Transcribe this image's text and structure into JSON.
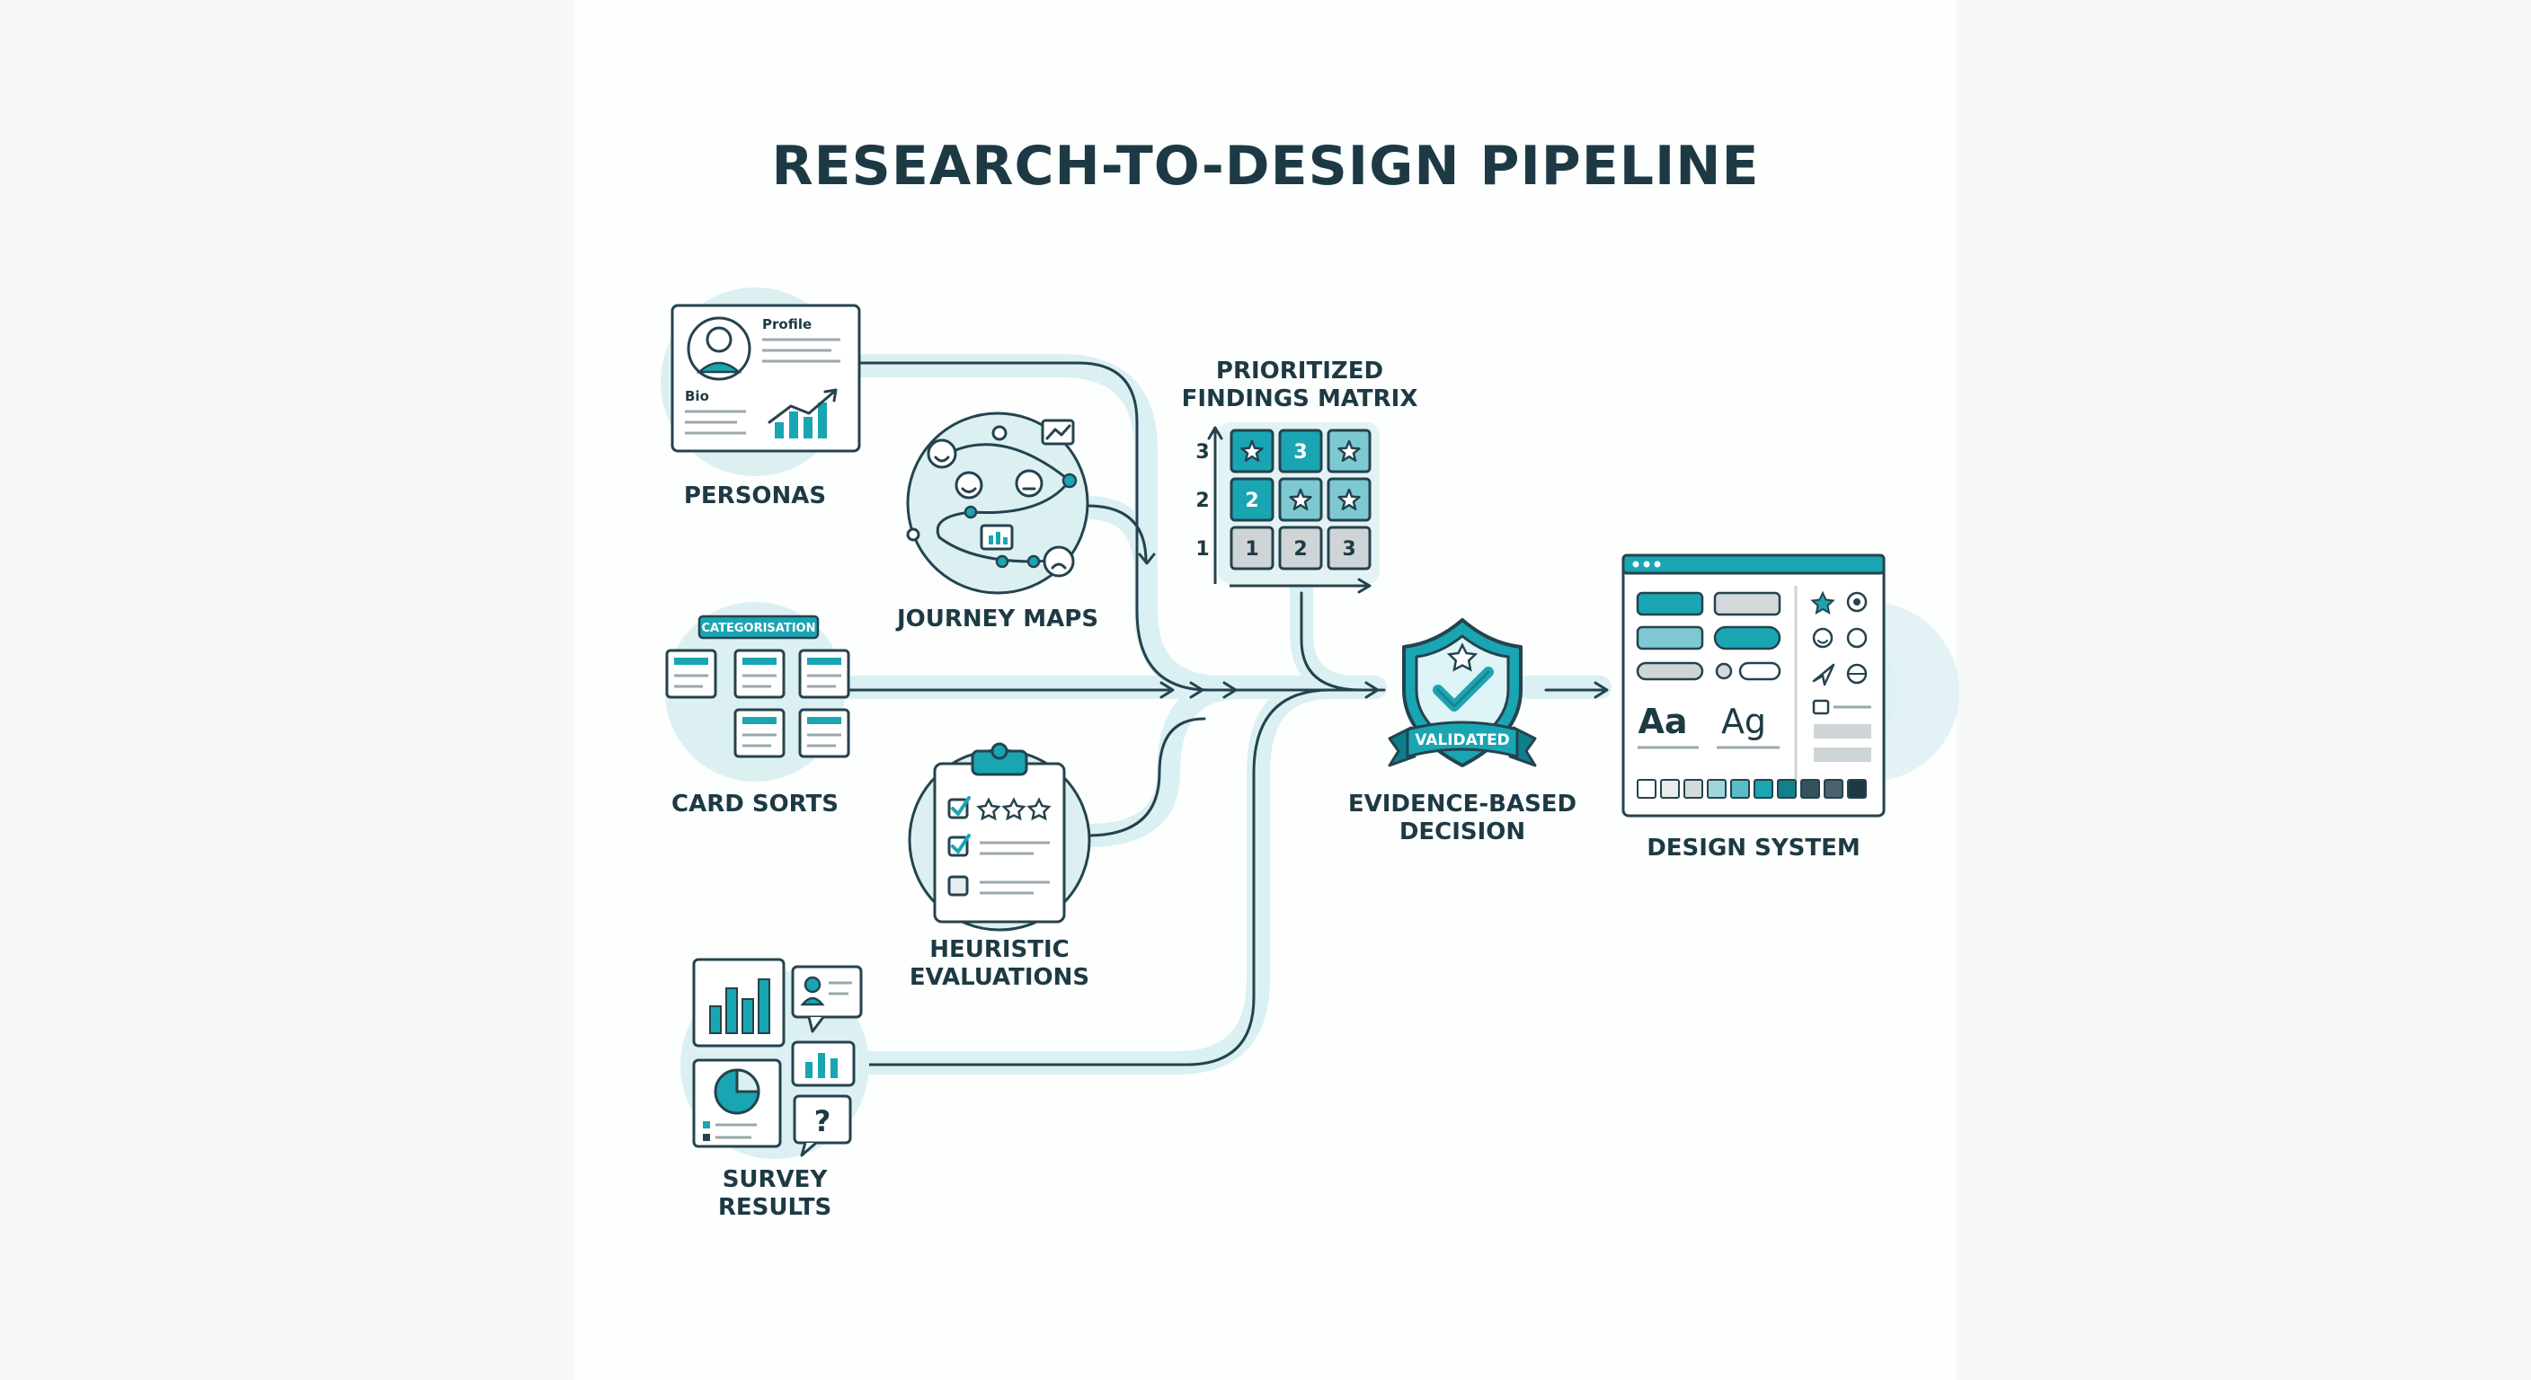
{
  "title": "RESEARCH-TO-DESIGN PIPELINE",
  "inputs": {
    "personas": {
      "label": "PERSONAS",
      "card_profile": "Profile",
      "card_bio": "Bio",
      "icon": "persona-profile-card-icon"
    },
    "journey_maps": {
      "label": "JOURNEY MAPS",
      "icon": "journey-map-icon"
    },
    "card_sorts": {
      "label": "CARD SORTS",
      "banner": "CATEGORISATION",
      "icon": "card-sort-icon"
    },
    "heuristic_evaluations": {
      "label_line1": "HEURISTIC",
      "label_line2": "EVALUATIONS",
      "icon": "clipboard-checklist-icon"
    },
    "survey_results": {
      "label_line1": "SURVEY",
      "label_line2": "RESULTS",
      "icon": "survey-charts-icon"
    }
  },
  "matrix": {
    "label_line1": "PRIORITIZED",
    "label_line2": "FINDINGS MATRIX",
    "y_ticks": [
      "3",
      "2",
      "1"
    ],
    "cells": [
      [
        "star",
        "3",
        "star"
      ],
      [
        "2",
        "star",
        "star"
      ],
      [
        "1",
        "2",
        "3"
      ]
    ],
    "cell_tones": [
      [
        "teal",
        "teal",
        "light"
      ],
      [
        "teal",
        "light",
        "light"
      ],
      [
        "grey",
        "grey",
        "grey"
      ]
    ]
  },
  "decision": {
    "badge": "VALIDATED",
    "label_line1": "EVIDENCE-BASED",
    "label_line2": "DECISION",
    "icon": "shield-check-icon"
  },
  "design_system": {
    "label": "DESIGN SYSTEM",
    "type_sample_1": "Aa",
    "type_sample_2": "Ag",
    "icon": "design-system-window-icon"
  },
  "colors": {
    "teal": "#1aa5b3",
    "teal_light": "#7ec9d1",
    "navy": "#1d3a44",
    "flow": "#daf0f2",
    "halo": "#dcf0f2",
    "grey_cell": "#cfd4d6"
  }
}
